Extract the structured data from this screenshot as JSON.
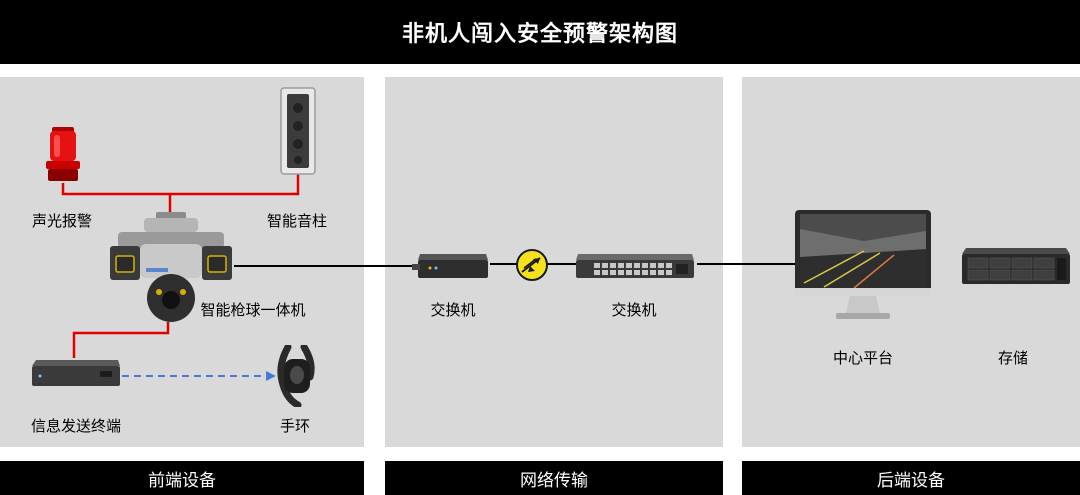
{
  "title": "非机人闯入安全预警架构图",
  "sections": {
    "front": {
      "label": "前端设备"
    },
    "network": {
      "label": "网络传输"
    },
    "back": {
      "label": "后端设备"
    }
  },
  "devices": {
    "alarm_light": {
      "label": "声光报警"
    },
    "speaker_column": {
      "label": "智能音柱"
    },
    "ptz_camera": {
      "label": "智能枪球一体机"
    },
    "info_terminal": {
      "label": "信息发送终端"
    },
    "wristband": {
      "label": "手环"
    },
    "switch_small": {
      "label": "交换机"
    },
    "switch_large": {
      "label": "交换机"
    },
    "center_platform": {
      "label": "中心平台"
    },
    "storage": {
      "label": "存储"
    }
  },
  "colors": {
    "red_link": "#e00000",
    "black_link": "#000000",
    "wireless_link": "#4a7ad8",
    "panel_bg": "#d9d9d9",
    "bar_bg": "#000000",
    "fiber_icon": "#f5e21c"
  }
}
